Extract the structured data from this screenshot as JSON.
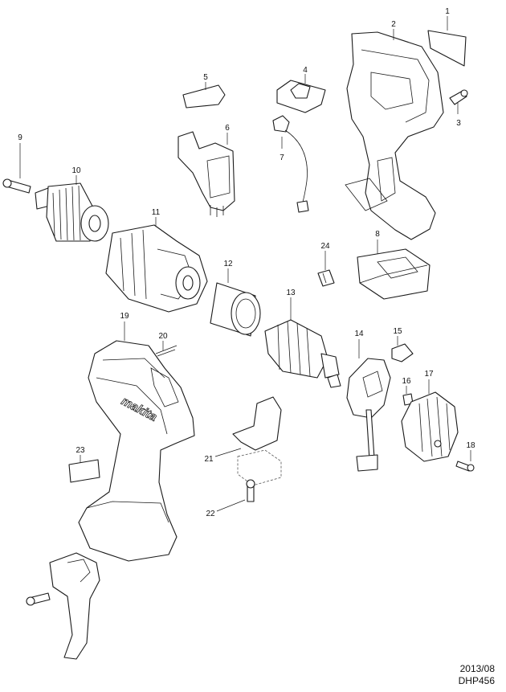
{
  "diagram": {
    "callouts": {
      "p1": "1",
      "p2": "2",
      "p3": "3",
      "p4": "4",
      "p5": "5",
      "p6": "6",
      "p7": "7",
      "p8": "8",
      "p9": "9",
      "p10": "10",
      "p11": "11",
      "p12": "12",
      "p13": "13",
      "p14": "14",
      "p15": "15",
      "p16": "16",
      "p17": "17",
      "p18": "18",
      "p19": "19",
      "p20": "20",
      "p21": "21",
      "p22": "22",
      "p23": "23",
      "p24": "24"
    },
    "logo_text": "makita"
  },
  "footer": {
    "date": "2013/08",
    "model": "DHP456"
  }
}
